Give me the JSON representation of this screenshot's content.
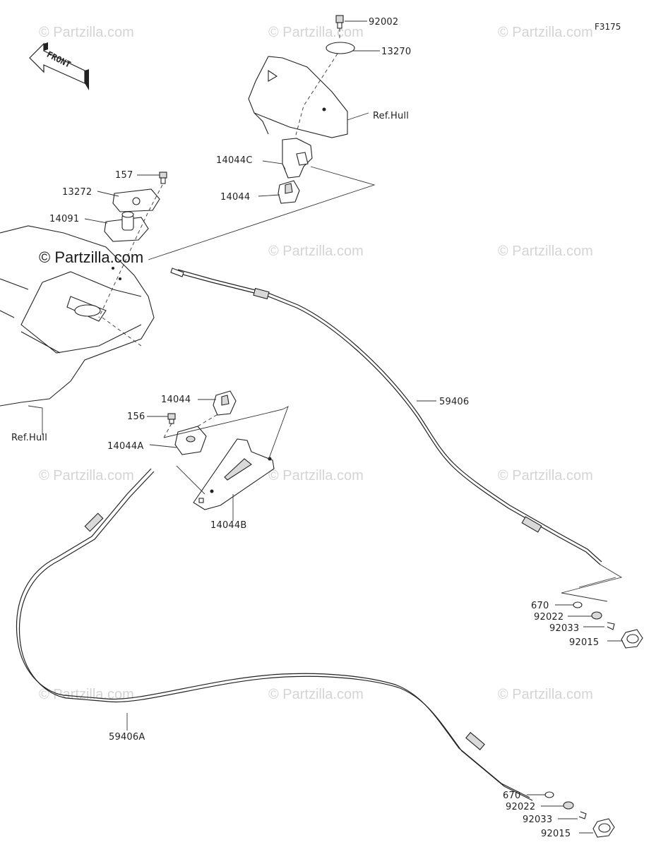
{
  "figure_code": "F3175",
  "front_label": "FRONT",
  "watermark": "© Partzilla.com",
  "watermark_main": "© Partzilla.com",
  "ref_hull": "Ref.Hull",
  "parts": {
    "p92002": "92002",
    "p13270": "13270",
    "p14044c": "14044C",
    "p14044_top": "14044",
    "p157": "157",
    "p13272": "13272",
    "p14091": "14091",
    "p59406": "59406",
    "p14044_mid": "14044",
    "p156": "156",
    "p14044a": "14044A",
    "p14044b": "14044B",
    "p670_a": "670",
    "p92022_a": "92022",
    "p92033_a": "92033",
    "p92015_a": "92015",
    "p59406a": "59406A",
    "p670_b": "670",
    "p92022_b": "92022",
    "p92033_b": "92033",
    "p92015_b": "92015"
  }
}
